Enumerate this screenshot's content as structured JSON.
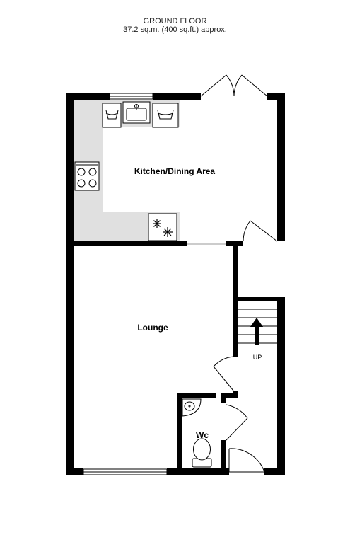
{
  "header": {
    "title": "GROUND FLOOR",
    "area": "37.2 sq.m. (400 sq.ft.) approx."
  },
  "rooms": {
    "kitchen": "Kitchen/Dining Area",
    "lounge": "Lounge",
    "wc": "Wc"
  },
  "stairs": {
    "label": "UP"
  },
  "colors": {
    "wall": "#000000",
    "kitchen_worktop": "#e0e0e0",
    "fixture_stroke": "#000000"
  },
  "icons": [
    "sink-icon",
    "washing-machine-icon",
    "dishwasher-icon",
    "hob-icon",
    "fridge-freezer-icon",
    "toilet-icon",
    "basin-icon",
    "stairs-arrow-icon"
  ]
}
